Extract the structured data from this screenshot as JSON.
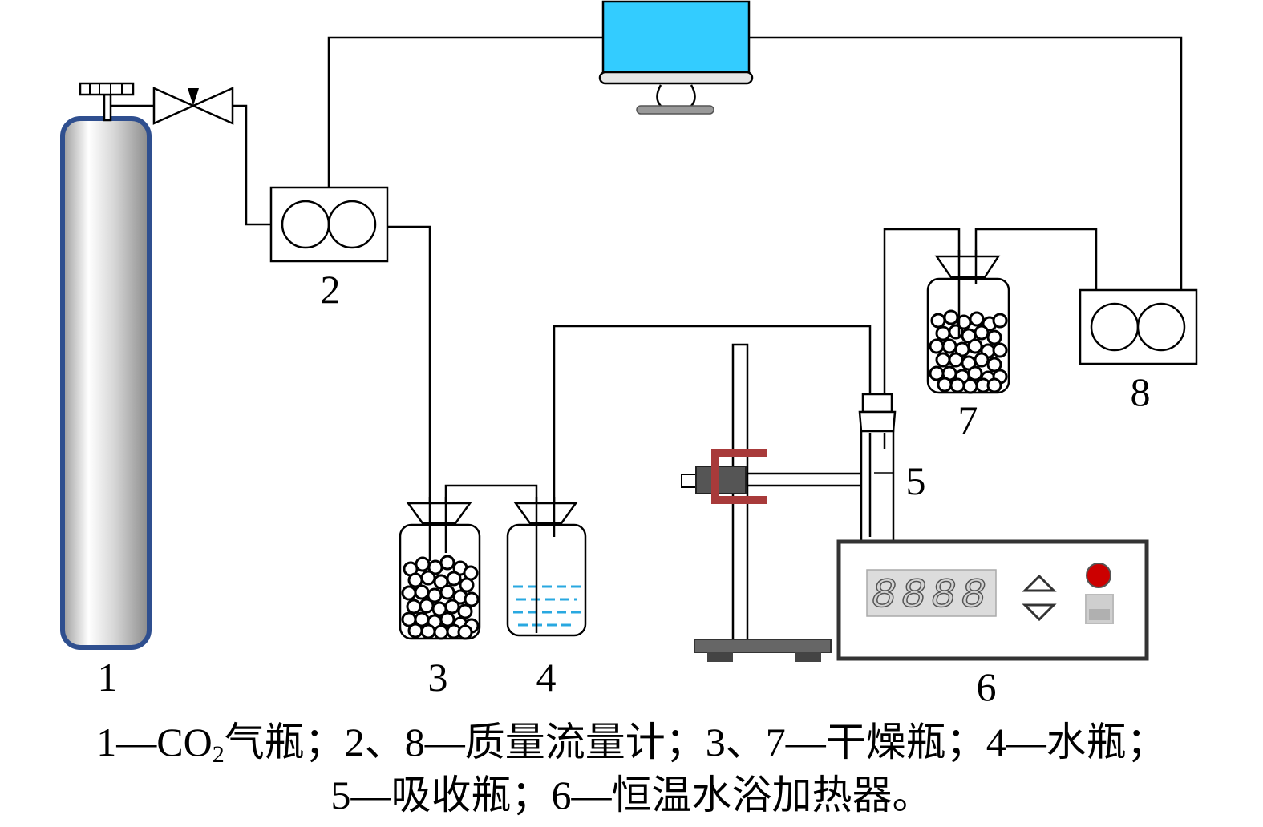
{
  "labels": {
    "cylinder": "1",
    "mfc_in": "2",
    "dry_bottle_a": "3",
    "water_bottle": "4",
    "absorb_bottle": "5",
    "water_bath": "6",
    "dry_bottle_b": "7",
    "mfc_out": "8"
  },
  "display": {
    "digits": "8888"
  },
  "caption": {
    "line1_pre": "1—CO",
    "line1_sub": "2",
    "line1_post": "气瓶；2、8—质量流量计；3、7—干燥瓶；4—水瓶；",
    "line2": "5—吸收瓶；6—恒温水浴加热器。"
  },
  "colors": {
    "monitor_screen": "#33ccff",
    "cylinder_border": "#2f4f8f",
    "clamp_red": "#a83a3a",
    "water_blue": "#29a8e0",
    "button_red": "#cc0000"
  }
}
